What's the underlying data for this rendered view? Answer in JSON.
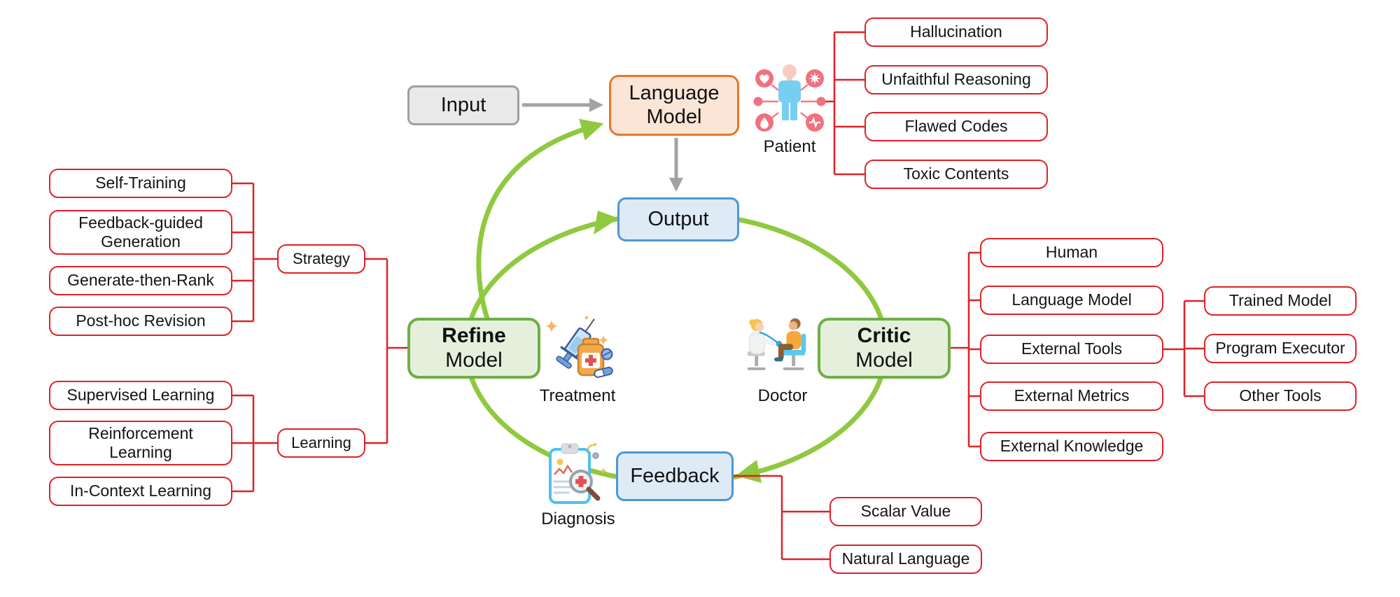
{
  "core": {
    "input": "Input",
    "language_model": "Language Model",
    "output": "Output",
    "feedback": "Feedback",
    "refine_line1": "Refine",
    "refine_line2": "Model",
    "critic_line1": "Critic",
    "critic_line2": "Model"
  },
  "analogy": {
    "patient": "Patient",
    "doctor": "Doctor",
    "treatment": "Treatment",
    "diagnosis": "Diagnosis"
  },
  "patient_issues": [
    "Hallucination",
    "Unfaithful Reasoning",
    "Flawed Codes",
    "Toxic Contents"
  ],
  "refine_strategy": {
    "label": "Strategy",
    "items": [
      "Self-Training",
      "Feedback-guided\nGeneration",
      "Generate-then-Rank",
      "Post-hoc Revision"
    ]
  },
  "refine_learning": {
    "label": "Learning",
    "items": [
      "Supervised Learning",
      "Reinforcement\nLearning",
      "In-Context Learning"
    ]
  },
  "critic_sources": [
    "Human",
    "Language Model",
    "External Tools",
    "External Metrics",
    "External Knowledge"
  ],
  "external_tools": [
    "Trained Model",
    "Program Executor",
    "Other Tools"
  ],
  "feedback_formats": [
    "Scalar Value",
    "Natural Language"
  ],
  "colors": {
    "red_line": "#E02128",
    "green_arrow": "#8FC93F",
    "green_node_border": "#6FAE44",
    "green_node_fill": "#E5F0DC",
    "orange_node_border": "#E8762C",
    "orange_node_fill": "#FBE5D6",
    "blue_node_border": "#4E97D1",
    "blue_node_fill": "#DEEBF6",
    "gray_node_border": "#9E9E9E",
    "gray_node_fill": "#E9E9E9",
    "gray_arrow": "#A3A3A3"
  }
}
